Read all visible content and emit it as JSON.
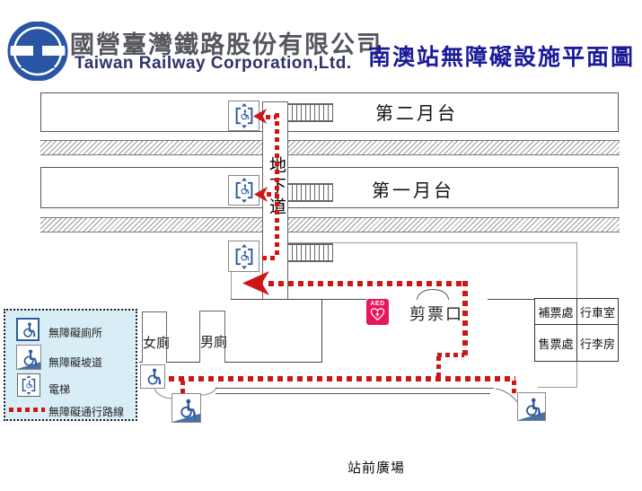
{
  "header": {
    "company_zh": "國營臺灣鐵路股份有限公司",
    "company_en": "Taiwan Railway Corporation,Ltd.",
    "title": "南澳站無障礙設施平面圖"
  },
  "map": {
    "platform2": "第二月台",
    "platform1": "第一月台",
    "underpass": "地下道",
    "gate": "剪票口",
    "aed": "AED",
    "womens_toilet": "女廁",
    "mens_toilet": "男廁",
    "rooms": {
      "fare_adjustment": "補票處",
      "operation_room": "行車室",
      "ticket_office": "售票處",
      "luggage_room": "行李房"
    },
    "plaza": "站前廣場"
  },
  "legend": {
    "items": [
      {
        "icon": "accessible-toilet-icon",
        "label": "無障礙廁所"
      },
      {
        "icon": "accessible-ramp-icon",
        "label": "無障礙坡道"
      },
      {
        "icon": "elevator-icon",
        "label": "電梯"
      },
      {
        "icon": "accessible-route-line",
        "label": "無障礙通行路線"
      }
    ]
  },
  "colors": {
    "route_red": "#cf1616",
    "aed_red": "#e7175c",
    "icon_blue": "#2d5b9e",
    "title_navy": "#1b1b99",
    "logo_blue": "#2a55a5",
    "legend_bg": "#d8edf6"
  }
}
